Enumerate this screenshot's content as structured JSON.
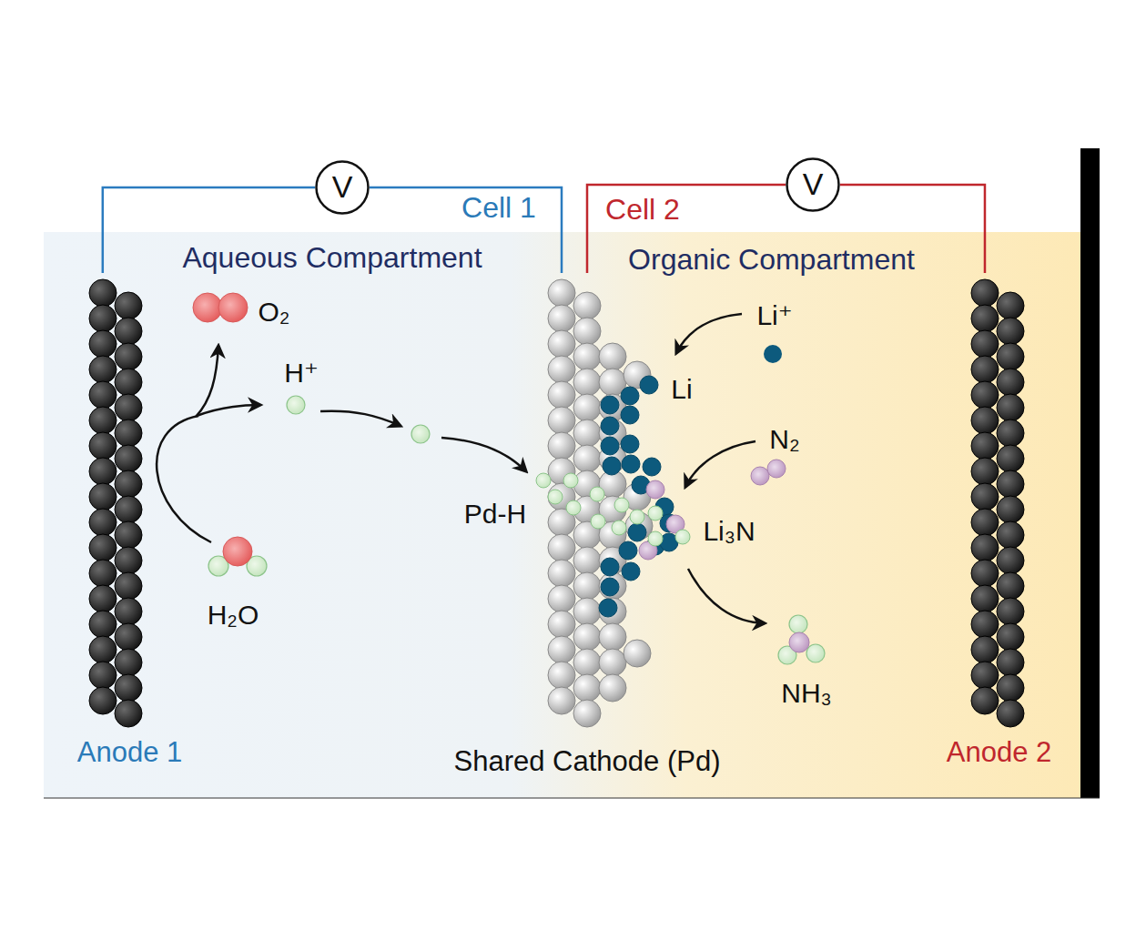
{
  "diagram": {
    "nodes": [
      {
        "text": [
          "V"
        ]
      },
      {
        "text": [
          "V"
        ]
      },
      {
        "text": [
          "Aqueous Compartment"
        ]
      },
      {
        "text": [
          "Anode 1"
        ],
        "in": 2
      },
      {
        "text": [
          "Shared Cathode (Pd)"
        ]
      },
      {
        "text": [
          "Organic Compartment"
        ]
      },
      {
        "text": [
          "Anode 2"
        ],
        "in": 5
      }
    ],
    "edges": [
      {
        "from": 3,
        "to": 0,
        "arrow": "none"
      },
      {
        "from": 0,
        "to": 4,
        "arrow": "none"
      },
      {
        "from": 4,
        "to": 1,
        "arrow": "none"
      },
      {
        "from": 1,
        "to": 6,
        "arrow": "none"
      }
    ],
    "labels": [
      "Cell 1",
      "Cell 2",
      "O₂",
      "H⁺",
      "H₂O",
      "Pd-H",
      "Li⁺",
      "Li",
      "N₂",
      "Li₃N",
      "NH₃"
    ]
  }
}
